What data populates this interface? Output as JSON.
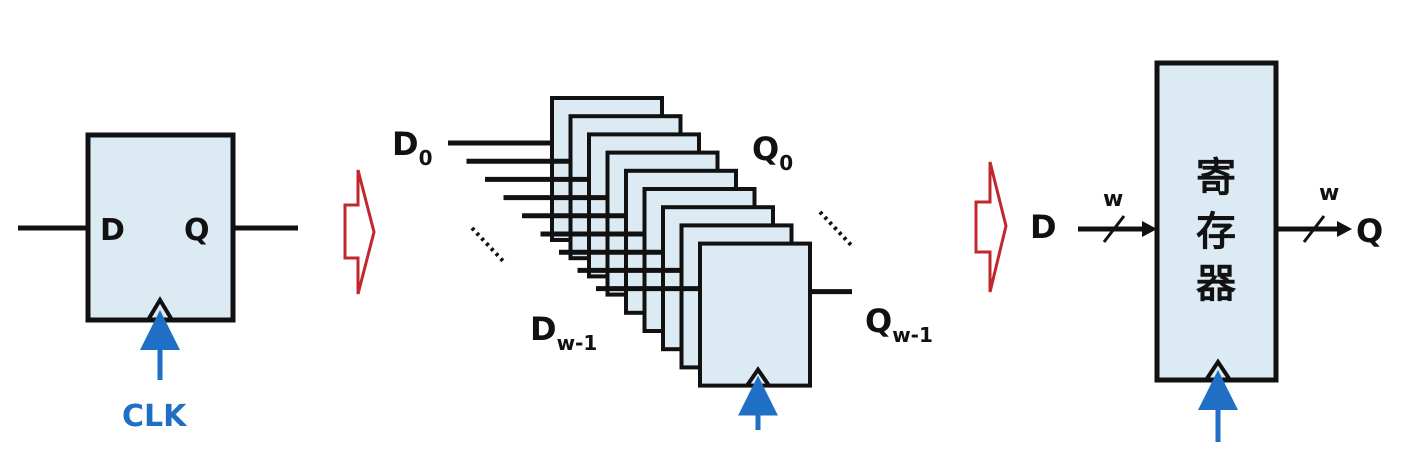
{
  "single_flipflop": {
    "d_label": "D",
    "q_label": "Q",
    "clk_label": "CLK"
  },
  "flipflop_array": {
    "d0_main": "D",
    "d0_sub": "0",
    "q0_main": "Q",
    "q0_sub": "0",
    "dw_main": "D",
    "dw_sub": "w-1",
    "qw_main": "Q",
    "qw_sub": "w-1"
  },
  "register": {
    "d_label": "D",
    "q_label": "Q",
    "width_in": "w",
    "width_out": "w",
    "name_chars": [
      "寄",
      "存",
      "器"
    ]
  },
  "colors": {
    "box_fill": "#dcebf3",
    "stroke": "#111111",
    "clock_arrow": "#1f6fc4",
    "transform_arrow": "#c0282d"
  }
}
